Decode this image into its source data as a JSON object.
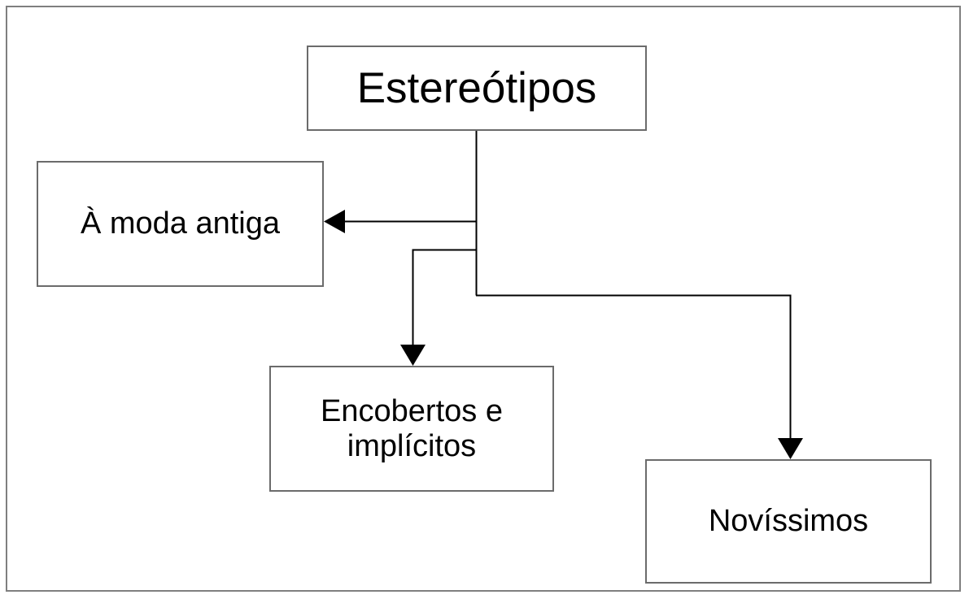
{
  "diagram": {
    "title": "Estereótipos",
    "frame": {
      "border_color": "#7f7f7f"
    },
    "node_border_color": "#6b6b6b",
    "connector_color": "#000000",
    "background_color": "#ffffff",
    "nodes": [
      {
        "id": "estereotipos",
        "label": "Estereótipos"
      },
      {
        "id": "moda-antiga",
        "label": "À moda antiga"
      },
      {
        "id": "encobertos",
        "label": "Encobertos e\nimplícitos"
      },
      {
        "id": "novissimos",
        "label": "Novíssimos"
      }
    ],
    "edges": [
      {
        "id": "edge-to-moda-antiga",
        "from": "estereotipos",
        "to": "moda-antiga",
        "arrow": "left"
      },
      {
        "id": "edge-to-encobertos",
        "from": "estereotipos",
        "to": "encobertos",
        "arrow": "down"
      },
      {
        "id": "edge-to-novissimos",
        "from": "estereotipos",
        "to": "novissimos",
        "arrow": "down"
      }
    ]
  }
}
